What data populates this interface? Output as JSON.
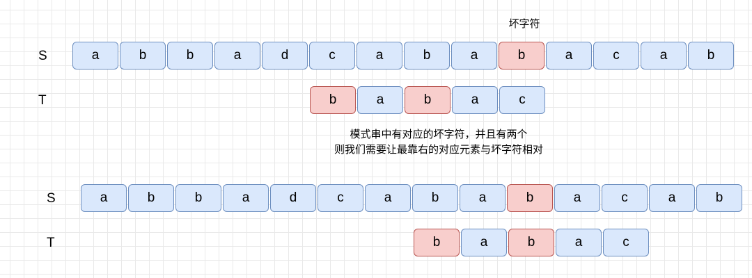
{
  "bad_char_label": "坏字符",
  "caption": [
    "模式串中有对应的坏字符，并且有两个",
    "则我们需要让最靠右的对应元素与坏字符相对"
  ],
  "top": {
    "s_label": "S",
    "t_label": "T",
    "s_chars": [
      "a",
      "b",
      "b",
      "a",
      "d",
      "c",
      "a",
      "b",
      "a",
      "b",
      "a",
      "c",
      "a",
      "b"
    ],
    "s_bad": [
      9
    ],
    "t_chars": [
      "b",
      "a",
      "b",
      "a",
      "c"
    ],
    "t_bad": [
      0,
      2
    ]
  },
  "bottom": {
    "s_label": "S",
    "t_label": "T",
    "s_chars": [
      "a",
      "b",
      "b",
      "a",
      "d",
      "c",
      "a",
      "b",
      "a",
      "b",
      "a",
      "c",
      "a",
      "b"
    ],
    "s_bad": [
      9
    ],
    "t_chars": [
      "b",
      "a",
      "b",
      "a",
      "c"
    ],
    "t_bad": [
      0,
      2
    ]
  },
  "colors": {
    "cell_fill": "#dae8fc",
    "cell_border": "#6c8ebf",
    "bad_fill": "#f8cecc",
    "bad_border": "#b85450"
  }
}
